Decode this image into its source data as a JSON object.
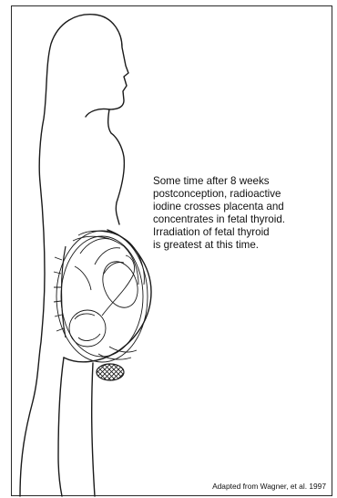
{
  "caption": {
    "lines": [
      "Some time after 8 weeks",
      "postconception, radioactive",
      "iodine crosses placenta and",
      "concentrates in fetal thyroid.",
      "Irradiation of fetal thyroid",
      "is greatest at this time."
    ]
  },
  "credit": "Adapted from Wagner, et al. 1997",
  "colors": {
    "line": "#1a1a1a",
    "background": "#ffffff",
    "frame": "#2a2a2a"
  }
}
